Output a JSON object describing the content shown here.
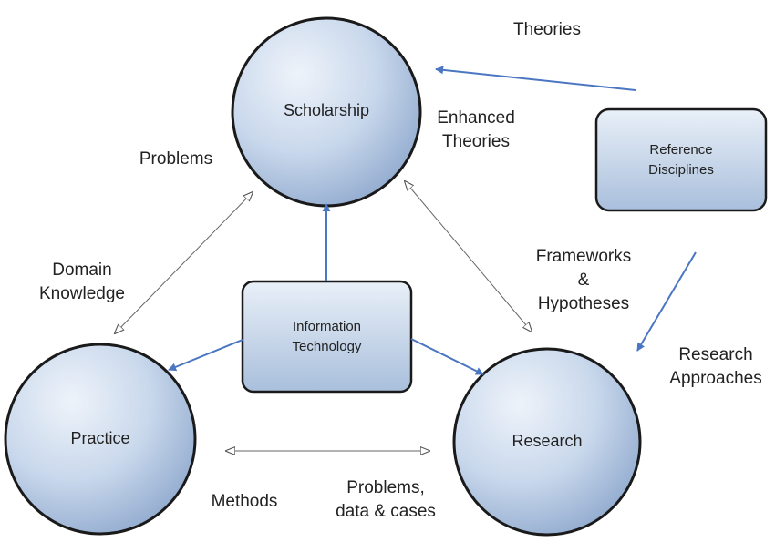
{
  "colors": {
    "node_fill_light": "#dde7f3",
    "node_fill_dark": "#9fb7d6",
    "node_stroke": "#1a1a1a",
    "arrow_blue": "#4a76c2",
    "arrow_gray": "#666666"
  },
  "nodes": {
    "scholarship": "Scholarship",
    "reference_disciplines": [
      "Reference",
      "Disciplines"
    ],
    "information_technology": [
      "Information",
      "Technology"
    ],
    "practice": "Practice",
    "research": "Research"
  },
  "labels": {
    "theories": "Theories",
    "enhanced_theories": [
      "Enhanced",
      "Theories"
    ],
    "problems": "Problems",
    "domain_knowledge": [
      "Domain",
      "Knowledge"
    ],
    "frameworks_hypotheses": [
      "Frameworks",
      "&",
      "Hypotheses"
    ],
    "research_approaches": [
      "Research",
      "Approaches"
    ],
    "methods": "Methods",
    "problems_data_cases": [
      "Problems,",
      "data & cases"
    ]
  }
}
